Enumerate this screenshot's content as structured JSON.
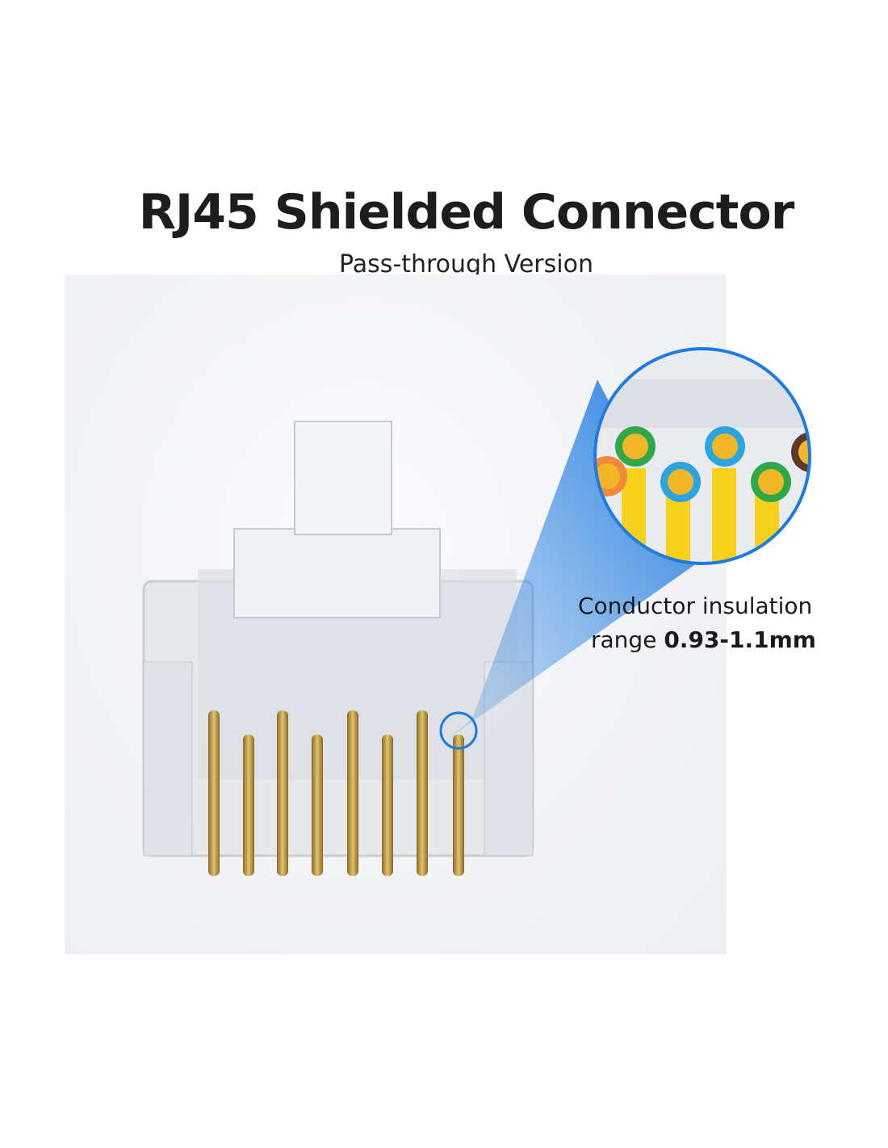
{
  "title": "RJ45 Shielded Connector",
  "subtitle": "Pass-through Version",
  "callout": {
    "line1": "Conductor insulation",
    "line2_prefix": "range",
    "line2_value": "0.93-1.1mm"
  },
  "colors": {
    "accent": "#1e7be0",
    "pin_gold": "#c9a24a",
    "wire_green": "#2fa84a",
    "wire_blue": "#2ba4e0",
    "wire_orange": "#f08a3a",
    "wire_brown": "#5a3a2a"
  }
}
